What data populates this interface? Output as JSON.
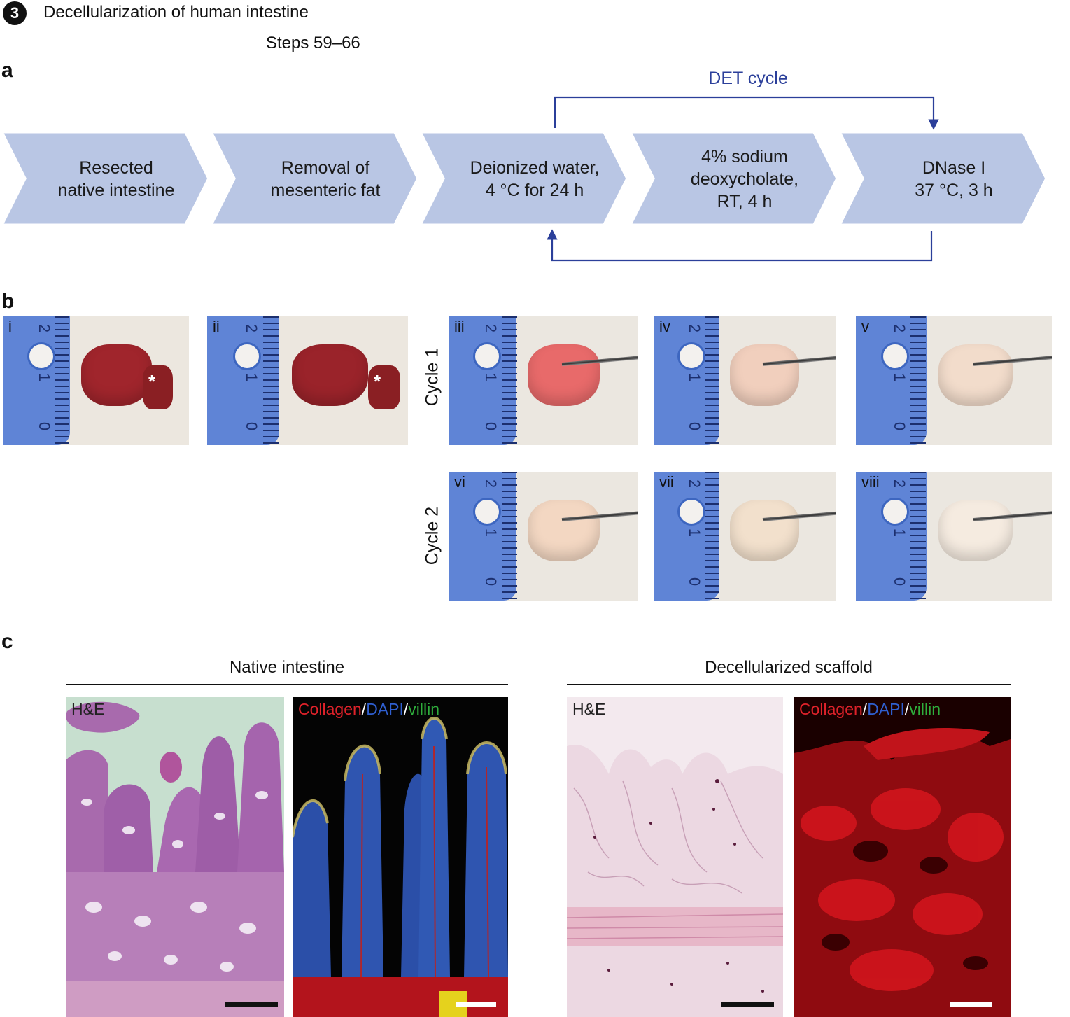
{
  "header": {
    "badge": "3",
    "title": "Decellularization of human intestine",
    "steps": "Steps 59–66"
  },
  "panels": {
    "a": "a",
    "b": "b",
    "c": "c"
  },
  "flow": {
    "loop_label": "DET cycle",
    "steps": [
      {
        "lines": [
          "Resected",
          "native intestine"
        ]
      },
      {
        "lines": [
          "Removal of",
          "mesenteric fat"
        ]
      },
      {
        "lines": [
          "Deionized water,",
          "4 °C for 24 h"
        ]
      },
      {
        "lines": [
          "4% sodium",
          "deoxycholate,",
          "RT, 4 h"
        ]
      },
      {
        "lines": [
          "DNase I",
          "37 °C, 3 h"
        ]
      }
    ],
    "colors": {
      "chevron": "#b9c6e4",
      "arrow": "#2b3f9a"
    }
  },
  "photos": {
    "labels": [
      "i",
      "ii",
      "iii",
      "iv",
      "v",
      "vi",
      "vii",
      "viii"
    ],
    "cycle_labels": [
      "Cycle 1",
      "Cycle 2"
    ],
    "asterisk": "*",
    "ruler_numbers": [
      "2",
      "1",
      "0"
    ]
  },
  "histology": {
    "groups": [
      {
        "title": "Native intestine",
        "he_label": "H&E",
        "if_label": {
          "collagen": "Collagen",
          "sep1": "/",
          "dapi": "DAPI",
          "sep2": "/",
          "villin": "villin"
        }
      },
      {
        "title": "Decellularized scaffold",
        "he_label": "H&E",
        "if_label": {
          "collagen": "Collagen",
          "sep1": "/",
          "dapi": "DAPI",
          "sep2": "/",
          "villin": "villin"
        }
      }
    ],
    "colors": {
      "collagen": "#e0222a",
      "dapi": "#2f5fd0",
      "villin": "#2fae3c"
    }
  }
}
